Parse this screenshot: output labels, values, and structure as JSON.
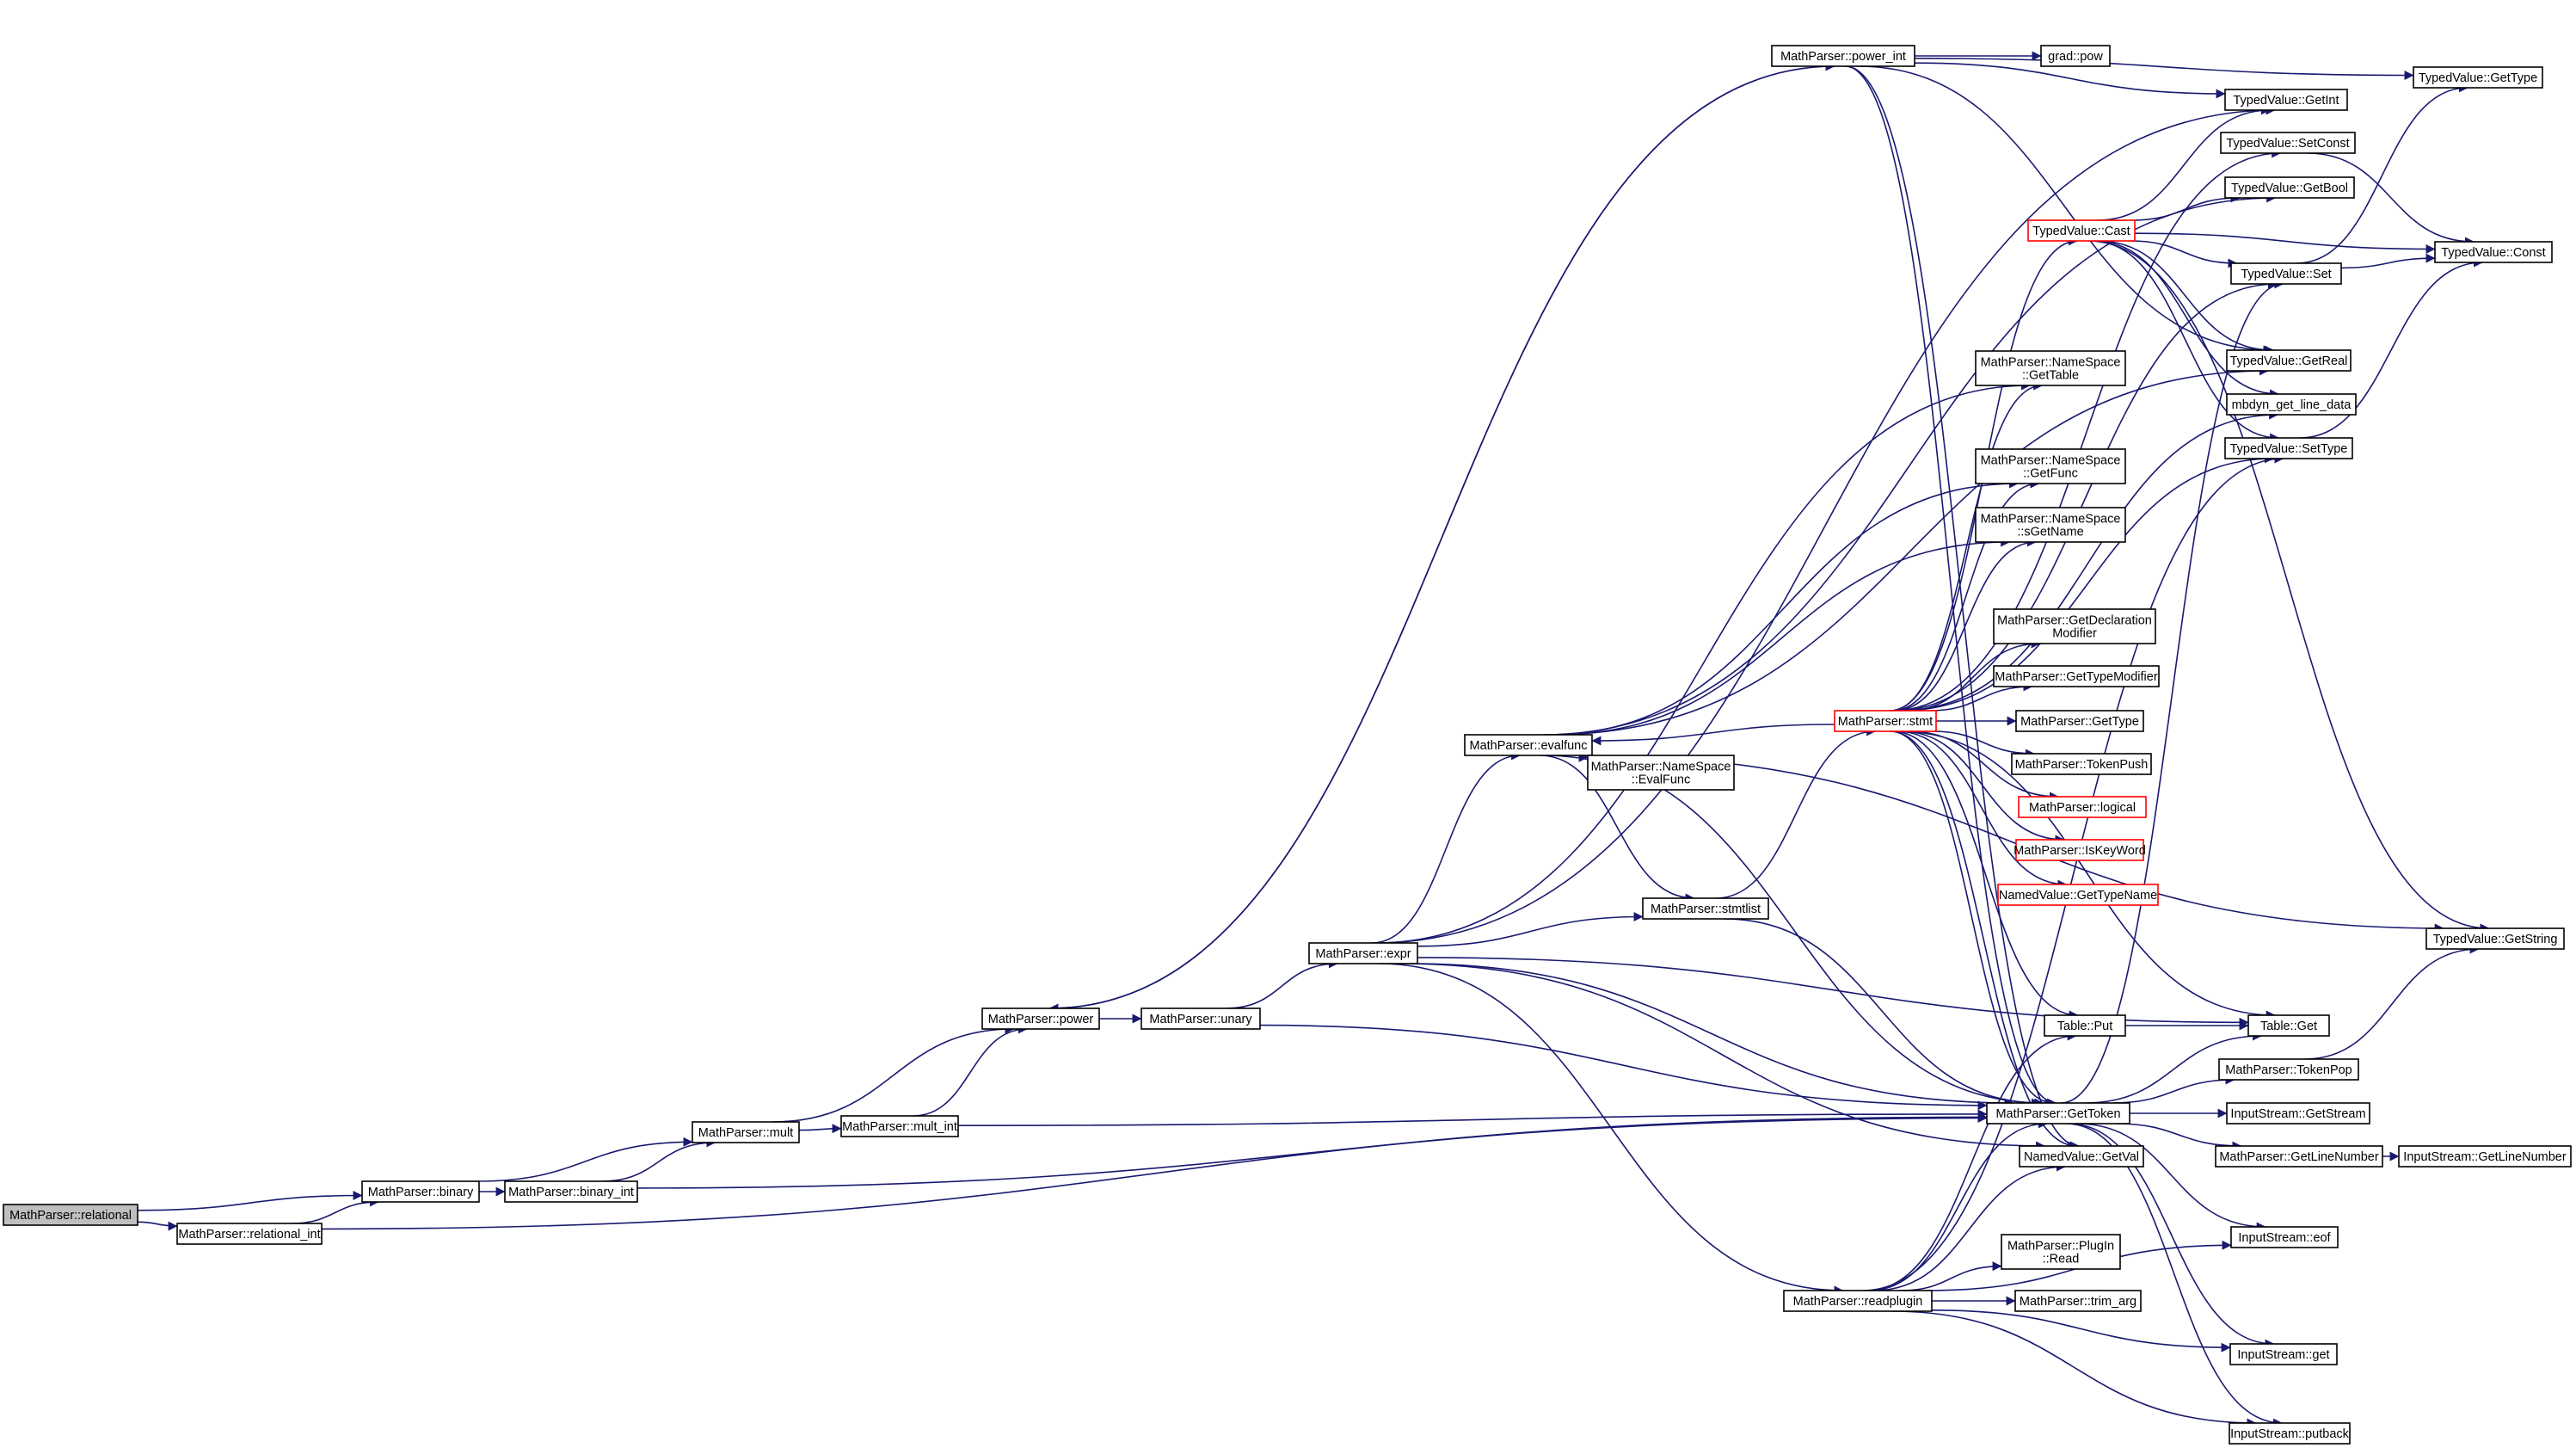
{
  "nodes": [
    {
      "id": "relational",
      "lines": [
        "MathParser::relational"
      ],
      "style": "root"
    },
    {
      "id": "relational_int",
      "lines": [
        "MathParser::relational_int"
      ]
    },
    {
      "id": "binary",
      "lines": [
        "MathParser::binary"
      ]
    },
    {
      "id": "binary_int",
      "lines": [
        "MathParser::binary_int"
      ]
    },
    {
      "id": "mult",
      "lines": [
        "MathParser::mult"
      ]
    },
    {
      "id": "mult_int",
      "lines": [
        "MathParser::mult_int"
      ]
    },
    {
      "id": "power",
      "lines": [
        "MathParser::power"
      ]
    },
    {
      "id": "unary",
      "lines": [
        "MathParser::unary"
      ]
    },
    {
      "id": "expr",
      "lines": [
        "MathParser::expr"
      ]
    },
    {
      "id": "evalfunc",
      "lines": [
        "MathParser::evalfunc"
      ]
    },
    {
      "id": "ns_evalfunc",
      "lines": [
        "MathParser::NameSpace",
        "::EvalFunc"
      ]
    },
    {
      "id": "stmtlist",
      "lines": [
        "MathParser::stmtlist"
      ]
    },
    {
      "id": "readplugin",
      "lines": [
        "MathParser::readplugin"
      ]
    },
    {
      "id": "power_int",
      "lines": [
        "MathParser::power_int"
      ]
    },
    {
      "id": "grad_pow",
      "lines": [
        "grad::pow"
      ]
    },
    {
      "id": "stmt",
      "lines": [
        "MathParser::stmt"
      ],
      "style": "trunc"
    },
    {
      "id": "tv_cast",
      "lines": [
        "TypedValue::Cast"
      ],
      "style": "trunc"
    },
    {
      "id": "ns_gettable",
      "lines": [
        "MathParser::NameSpace",
        "::GetTable"
      ]
    },
    {
      "id": "ns_getfunc",
      "lines": [
        "MathParser::NameSpace",
        "::GetFunc"
      ]
    },
    {
      "id": "ns_sgetname",
      "lines": [
        "MathParser::NameSpace",
        "::sGetName"
      ]
    },
    {
      "id": "getdeclmod",
      "lines": [
        "MathParser::GetDeclaration",
        "Modifier"
      ]
    },
    {
      "id": "gettypemod",
      "lines": [
        "MathParser::GetTypeModifier"
      ]
    },
    {
      "id": "mp_gettype",
      "lines": [
        "MathParser::GetType"
      ]
    },
    {
      "id": "tokenpush",
      "lines": [
        "MathParser::TokenPush"
      ]
    },
    {
      "id": "logical",
      "lines": [
        "MathParser::logical"
      ],
      "style": "trunc"
    },
    {
      "id": "iskeyword",
      "lines": [
        "MathParser::IsKeyWord"
      ],
      "style": "trunc"
    },
    {
      "id": "nv_gettypename",
      "lines": [
        "NamedValue::GetTypeName"
      ],
      "style": "trunc"
    },
    {
      "id": "table_put",
      "lines": [
        "Table::Put"
      ]
    },
    {
      "id": "gettoken",
      "lines": [
        "MathParser::GetToken"
      ]
    },
    {
      "id": "nv_getval",
      "lines": [
        "NamedValue::GetVal"
      ]
    },
    {
      "id": "plugin_read",
      "lines": [
        "MathParser::PlugIn",
        "::Read"
      ]
    },
    {
      "id": "trim_arg",
      "lines": [
        "MathParser::trim_arg"
      ]
    },
    {
      "id": "tv_getint",
      "lines": [
        "TypedValue::GetInt"
      ]
    },
    {
      "id": "tv_setconst",
      "lines": [
        "TypedValue::SetConst"
      ]
    },
    {
      "id": "tv_getbool",
      "lines": [
        "TypedValue::GetBool"
      ]
    },
    {
      "id": "tv_set",
      "lines": [
        "TypedValue::Set"
      ]
    },
    {
      "id": "tv_getreal",
      "lines": [
        "TypedValue::GetReal"
      ]
    },
    {
      "id": "mbdyn_gld",
      "lines": [
        "mbdyn_get_line_data"
      ]
    },
    {
      "id": "tv_settype",
      "lines": [
        "TypedValue::SetType"
      ]
    },
    {
      "id": "table_get",
      "lines": [
        "Table::Get"
      ]
    },
    {
      "id": "tokenpop",
      "lines": [
        "MathParser::TokenPop"
      ]
    },
    {
      "id": "is_getstream",
      "lines": [
        "InputStream::GetStream"
      ]
    },
    {
      "id": "getlinenumber",
      "lines": [
        "MathParser::GetLineNumber"
      ]
    },
    {
      "id": "is_eof",
      "lines": [
        "InputStream::eof"
      ]
    },
    {
      "id": "is_get",
      "lines": [
        "InputStream::get"
      ]
    },
    {
      "id": "is_putback",
      "lines": [
        "InputStream::putback"
      ]
    },
    {
      "id": "tv_gettype",
      "lines": [
        "TypedValue::GetType"
      ]
    },
    {
      "id": "tv_const",
      "lines": [
        "TypedValue::Const"
      ]
    },
    {
      "id": "tv_getstring",
      "lines": [
        "TypedValue::GetString"
      ]
    },
    {
      "id": "is_getlinenumber",
      "lines": [
        "InputStream::GetLineNumber"
      ]
    }
  ],
  "edges": [
    [
      "relational",
      "binary"
    ],
    [
      "relational",
      "relational_int"
    ],
    [
      "relational_int",
      "binary"
    ],
    [
      "relational_int",
      "gettoken"
    ],
    [
      "binary",
      "mult"
    ],
    [
      "binary",
      "binary_int"
    ],
    [
      "binary_int",
      "mult"
    ],
    [
      "binary_int",
      "gettoken"
    ],
    [
      "mult",
      "power"
    ],
    [
      "mult",
      "mult_int"
    ],
    [
      "mult_int",
      "power"
    ],
    [
      "mult_int",
      "gettoken"
    ],
    [
      "power",
      "unary"
    ],
    [
      "power",
      "power_int"
    ],
    [
      "power_int",
      "power"
    ],
    [
      "power_int",
      "grad_pow"
    ],
    [
      "power_int",
      "tv_gettype"
    ],
    [
      "power_int",
      "tv_getint"
    ],
    [
      "power_int",
      "tv_getreal"
    ],
    [
      "power_int",
      "gettoken"
    ],
    [
      "power_int",
      "nv_getval"
    ],
    [
      "unary",
      "expr"
    ],
    [
      "unary",
      "gettoken"
    ],
    [
      "expr",
      "evalfunc"
    ],
    [
      "expr",
      "stmtlist"
    ],
    [
      "expr",
      "readplugin"
    ],
    [
      "expr",
      "gettoken"
    ],
    [
      "expr",
      "table_get"
    ],
    [
      "expr",
      "nv_getval"
    ],
    [
      "expr",
      "tv_getint"
    ],
    [
      "expr",
      "ns_gettable"
    ],
    [
      "evalfunc",
      "ns_evalfunc"
    ],
    [
      "evalfunc",
      "stmtlist"
    ],
    [
      "evalfunc",
      "gettoken"
    ],
    [
      "evalfunc",
      "tv_getbool"
    ],
    [
      "evalfunc",
      "ns_getfunc"
    ],
    [
      "evalfunc",
      "ns_sgetname"
    ],
    [
      "evalfunc",
      "tv_getstring"
    ],
    [
      "evalfunc",
      "tv_getreal"
    ],
    [
      "stmtlist",
      "stmt"
    ],
    [
      "stmtlist",
      "gettoken"
    ],
    [
      "stmt",
      "evalfunc"
    ],
    [
      "stmt",
      "tv_cast"
    ],
    [
      "stmt",
      "ns_gettable"
    ],
    [
      "stmt",
      "ns_getfunc"
    ],
    [
      "stmt",
      "ns_sgetname"
    ],
    [
      "stmt",
      "getdeclmod"
    ],
    [
      "stmt",
      "gettypemod"
    ],
    [
      "stmt",
      "mp_gettype"
    ],
    [
      "stmt",
      "tokenpush"
    ],
    [
      "stmt",
      "logical"
    ],
    [
      "stmt",
      "iskeyword"
    ],
    [
      "stmt",
      "nv_gettypename"
    ],
    [
      "stmt",
      "table_put"
    ],
    [
      "stmt",
      "table_get"
    ],
    [
      "stmt",
      "gettoken"
    ],
    [
      "stmt",
      "nv_getval"
    ],
    [
      "stmt",
      "tv_setconst"
    ],
    [
      "stmt",
      "tv_settype"
    ],
    [
      "stmt",
      "tv_set"
    ],
    [
      "stmt",
      "mbdyn_gld"
    ],
    [
      "tv_cast",
      "tv_getint"
    ],
    [
      "tv_cast",
      "tv_getbool"
    ],
    [
      "tv_cast",
      "tv_set"
    ],
    [
      "tv_cast",
      "tv_const"
    ],
    [
      "tv_cast",
      "tv_getreal"
    ],
    [
      "tv_cast",
      "mbdyn_gld"
    ],
    [
      "tv_cast",
      "tv_settype"
    ],
    [
      "tv_cast",
      "tv_getstring"
    ],
    [
      "tv_setconst",
      "tv_const"
    ],
    [
      "tv_set",
      "tv_const"
    ],
    [
      "tv_set",
      "tv_gettype"
    ],
    [
      "tv_settype",
      "tv_const"
    ],
    [
      "table_put",
      "table_get"
    ],
    [
      "readplugin",
      "table_put"
    ],
    [
      "readplugin",
      "gettoken"
    ],
    [
      "readplugin",
      "nv_getval"
    ],
    [
      "readplugin",
      "plugin_read"
    ],
    [
      "readplugin",
      "trim_arg"
    ],
    [
      "readplugin",
      "is_eof"
    ],
    [
      "readplugin",
      "is_get"
    ],
    [
      "readplugin",
      "is_putback"
    ],
    [
      "readplugin",
      "tv_settype"
    ],
    [
      "gettoken",
      "table_get"
    ],
    [
      "gettoken",
      "tokenpop"
    ],
    [
      "gettoken",
      "is_getstream"
    ],
    [
      "gettoken",
      "getlinenumber"
    ],
    [
      "gettoken",
      "is_eof"
    ],
    [
      "gettoken",
      "is_get"
    ],
    [
      "gettoken",
      "is_putback"
    ],
    [
      "gettoken",
      "tv_set"
    ],
    [
      "tokenpop",
      "tv_getstring"
    ],
    [
      "getlinenumber",
      "is_getlinenumber"
    ]
  ],
  "colors": {
    "edge": "#191970",
    "node_border": "#000000",
    "truncated_border": "#ff0000",
    "root_fill": "#bfbfbf"
  }
}
